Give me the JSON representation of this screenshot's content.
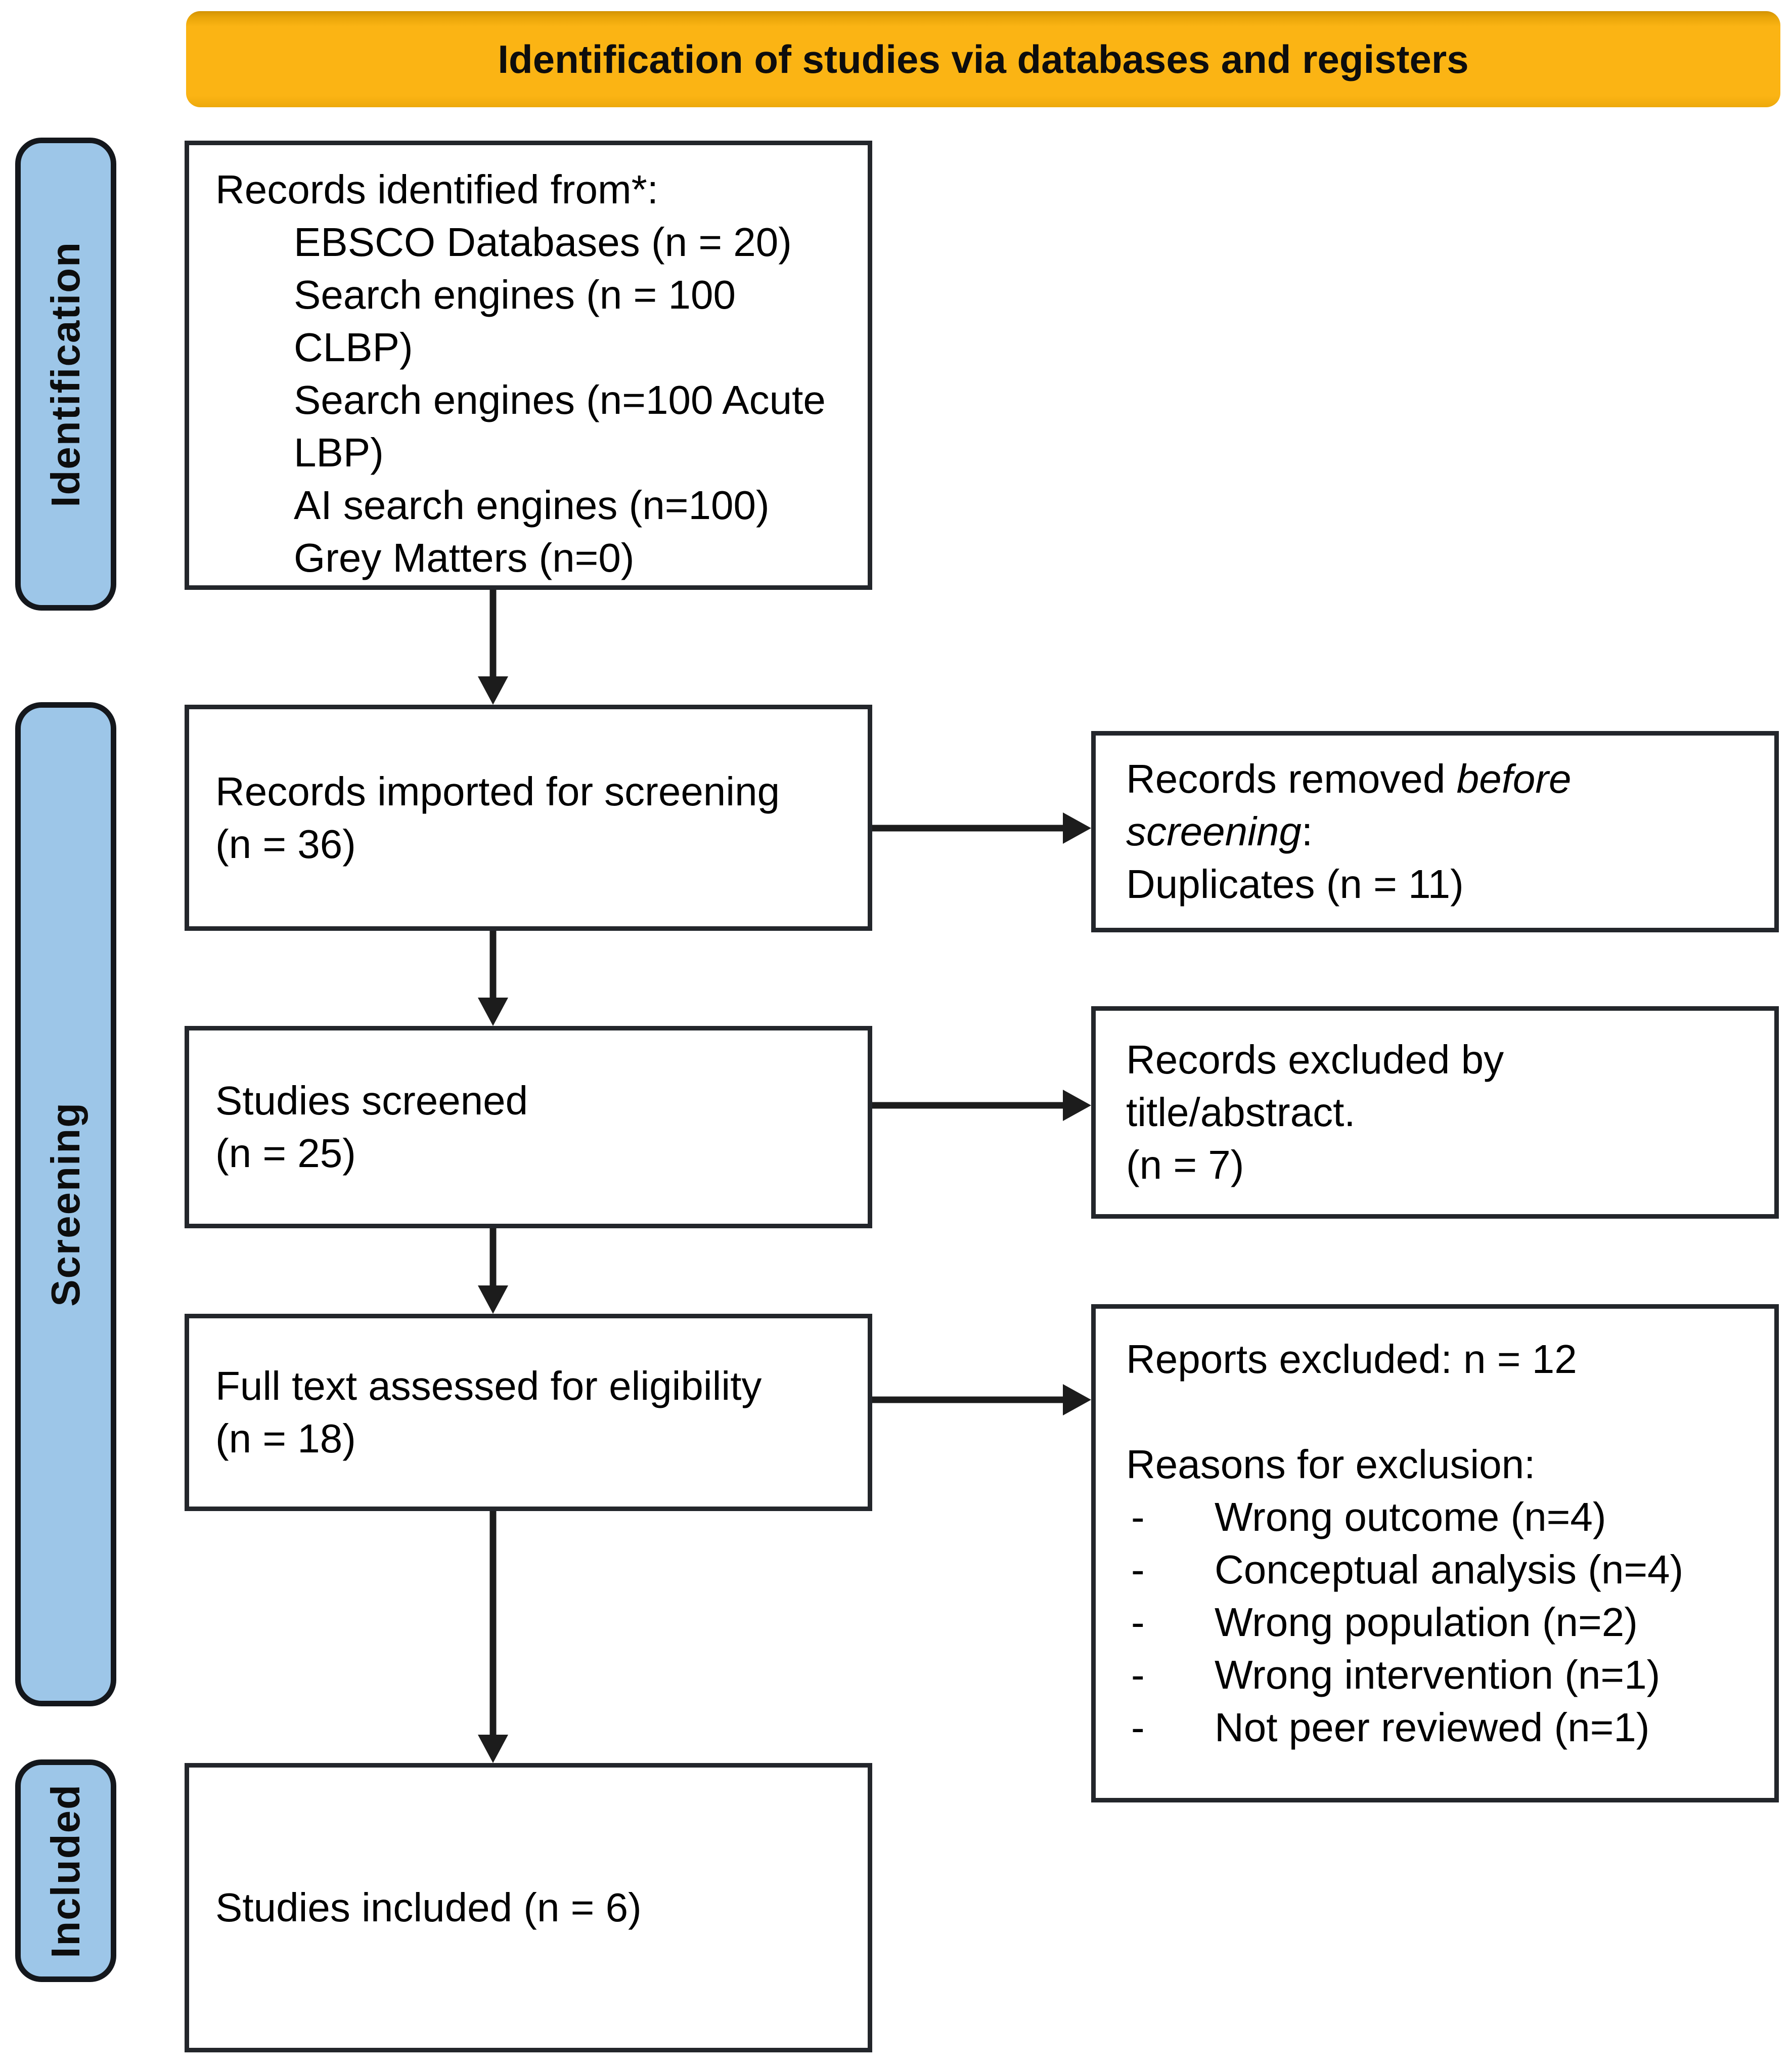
{
  "banner": {
    "title": "Identification of studies via databases and registers"
  },
  "stages": [
    {
      "label": "Identification"
    },
    {
      "label": "Screening"
    },
    {
      "label": "Included"
    }
  ],
  "identified": {
    "lines": [
      {
        "text": "Records identified from*:",
        "ind": 0
      },
      {
        "text": "EBSCO Databases (n = 20)",
        "ind": 1
      },
      {
        "text": "Search engines (n = 100",
        "ind": 1
      },
      {
        "text": "CLBP)",
        "ind": 1
      },
      {
        "text": "Search engines (n=100 Acute",
        "ind": 1
      },
      {
        "text": "LBP)",
        "ind": 1
      },
      {
        "text": "AI search engines (n=100)",
        "ind": 1
      },
      {
        "text": "Grey Matters (n=0)",
        "ind": 1
      }
    ]
  },
  "imported": {
    "lines": [
      "Records imported for screening",
      "(n = 36)"
    ]
  },
  "removed": {
    "l1_normal": "Records removed ",
    "l1_italic": "before",
    "l2_italic": "screening",
    "l2_suffix": ":",
    "l3": "Duplicates (n = 11)"
  },
  "screened": {
    "lines": [
      "Studies screened",
      "(n = 25)"
    ]
  },
  "excluded_ta": {
    "lines": [
      "Records excluded by",
      "title/abstract.",
      "(n = 7)"
    ]
  },
  "fulltext": {
    "lines": [
      "Full text assessed for eligibility",
      "(n = 18)"
    ]
  },
  "reports": {
    "header": "Reports excluded: n = 12",
    "reasons_title": "Reasons for exclusion:",
    "reasons": [
      {
        "bullet": "-",
        "text": "Wrong outcome (n=4)"
      },
      {
        "bullet": "-",
        "text": "Conceptual analysis (n=4)"
      },
      {
        "bullet": "-",
        "text": "Wrong population (n=2)"
      },
      {
        "bullet": "-",
        "text": "Wrong intervention (n=1)"
      },
      {
        "bullet": "-",
        "text": "Not peer reviewed (n=1)"
      }
    ]
  },
  "included": {
    "lines": [
      "Studies included (n = 6)"
    ]
  },
  "colors": {
    "banner_orange": "#FBB414",
    "stage_blue": "#9DC6E8",
    "line_black": "#1C1C1C"
  }
}
